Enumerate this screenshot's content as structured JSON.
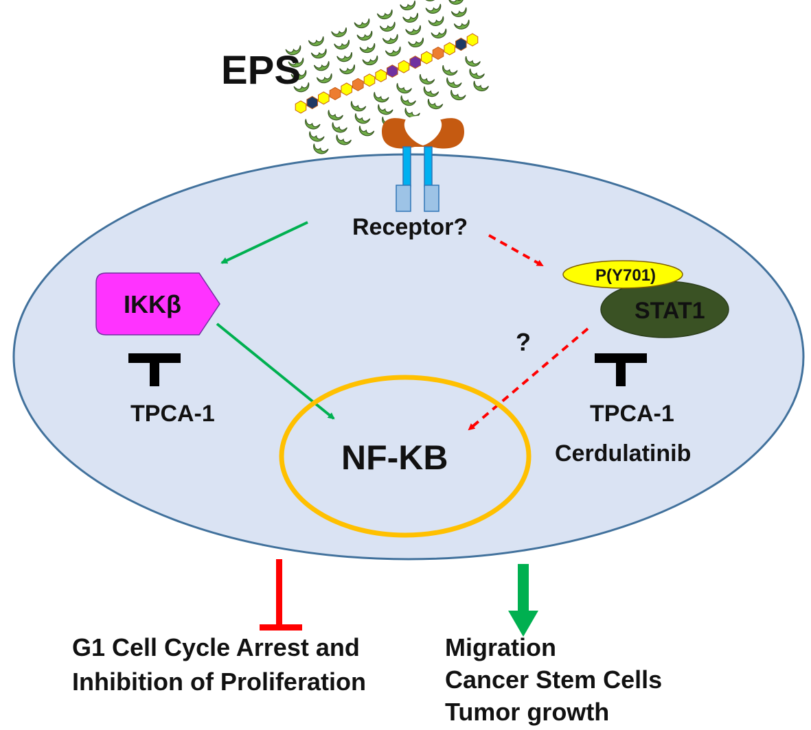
{
  "labels": {
    "eps": "EPS",
    "receptor": "Receptor?",
    "ikk": "IKKβ",
    "phospho": "P(Y701)",
    "stat1": "STAT1",
    "question": "?",
    "nfkb": "NF-KB",
    "drug_left": "TPCA-1",
    "drug_right_1": "TPCA-1",
    "drug_right_2": "Cerdulatinib",
    "outcome_left_1": "G1 Cell Cycle Arrest and",
    "outcome_left_2": "Inhibition of Proliferation",
    "outcome_right_1": "Migration",
    "outcome_right_2": "Cancer Stem Cells",
    "outcome_right_3": "Tumor growth"
  },
  "colors": {
    "cell_fill": "#dae3f3",
    "cell_stroke": "#41719c",
    "ikk_fill": "#ff33ff",
    "stat1_fill": "#3a5224",
    "phospho_fill": "#ffff00",
    "nucleus": "#ffc000",
    "activation": "#00b050",
    "inhibition": "#ff0000",
    "receptor_cap": "#c55a11",
    "receptor_stalk": "#00b0f0",
    "receptor_base": "#9dc3e6",
    "sugar_leaf": "#70ad47",
    "chain_yellow": "#ffff00",
    "chain_orange": "#ed7d31",
    "chain_navy": "#1f3864",
    "chain_purple": "#7030a0"
  }
}
